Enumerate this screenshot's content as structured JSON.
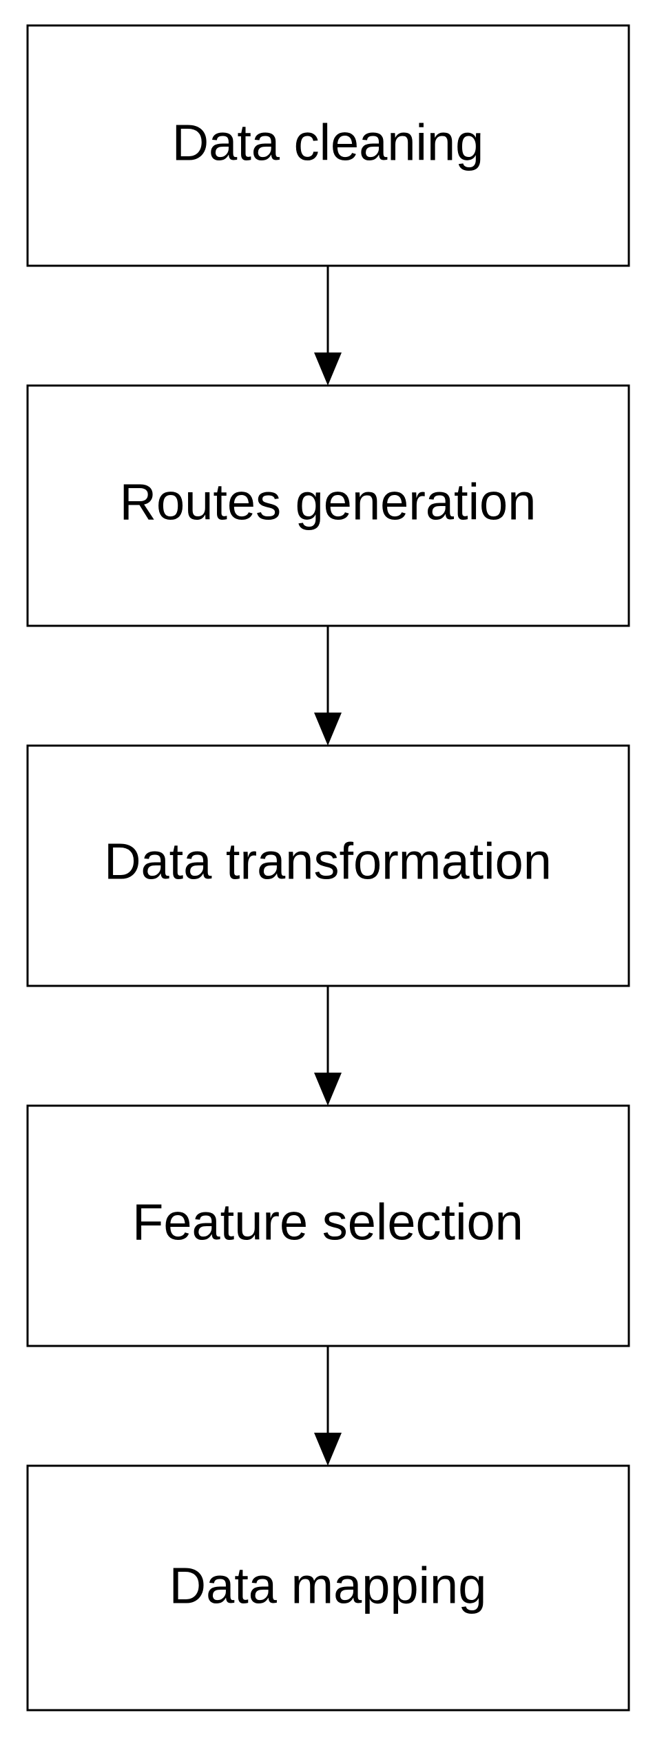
{
  "diagram": {
    "type": "vertical-flowchart",
    "steps": [
      {
        "label": "Data cleaning"
      },
      {
        "label": "Routes generation"
      },
      {
        "label": "Data transformation"
      },
      {
        "label": "Feature selection"
      },
      {
        "label": "Data mapping"
      }
    ],
    "connectors": [
      {
        "from": "Data cleaning",
        "to": "Routes generation"
      },
      {
        "from": "Routes generation",
        "to": "Data transformation"
      },
      {
        "from": "Data transformation",
        "to": "Feature selection"
      },
      {
        "from": "Feature selection",
        "to": "Data mapping"
      }
    ],
    "colors": {
      "stroke": "#000000",
      "box_fill": "#ffffff",
      "text": "#000000",
      "background": "#ffffff"
    }
  }
}
